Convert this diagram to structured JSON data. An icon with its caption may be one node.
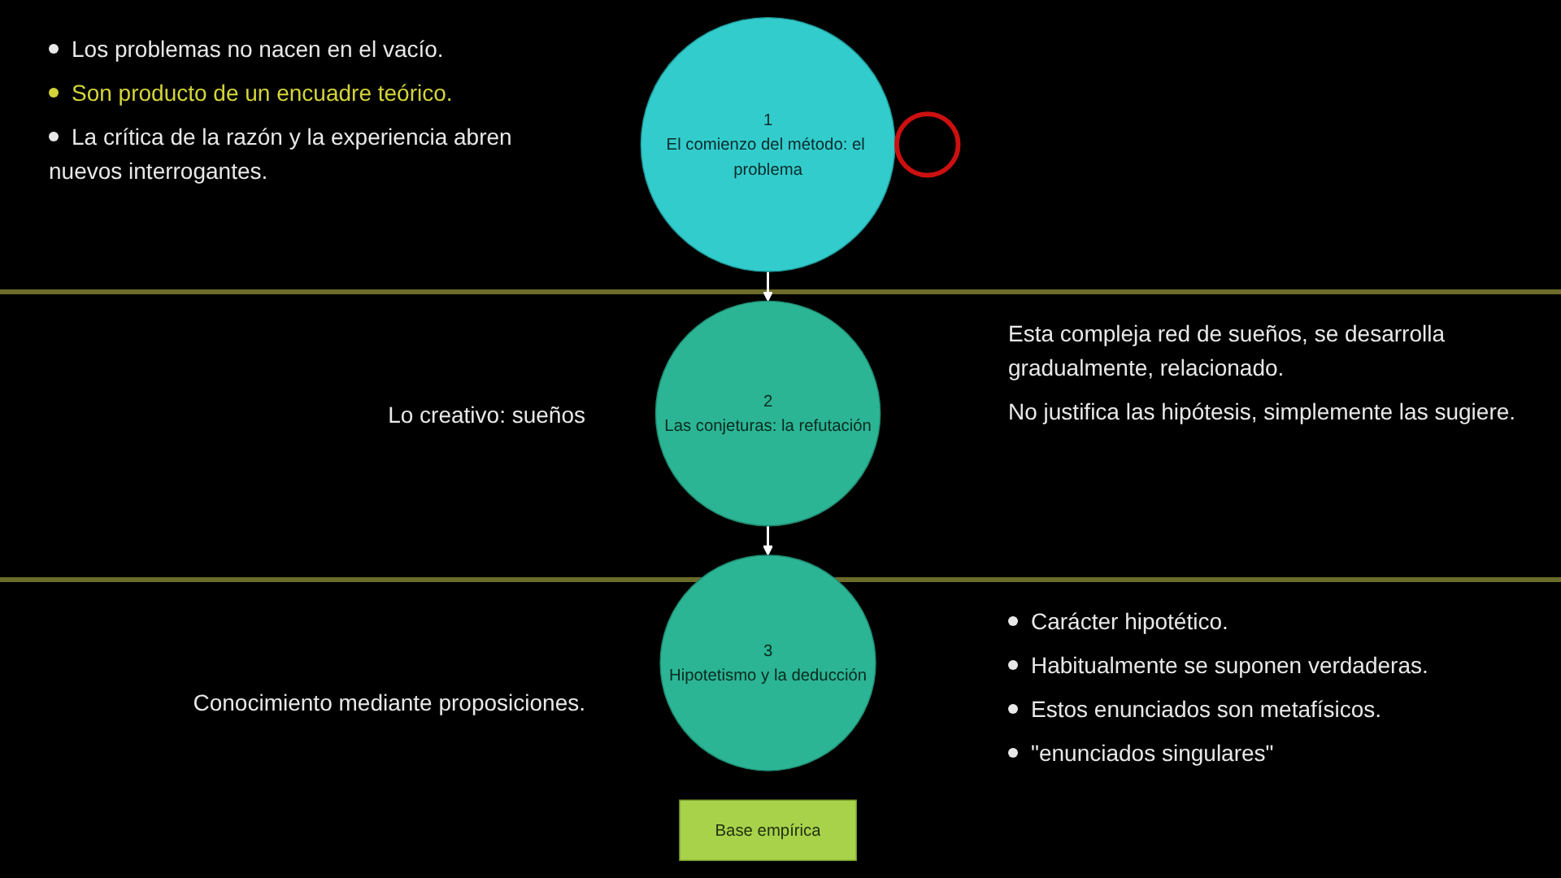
{
  "diagram": {
    "nodes": [
      {
        "text": [
          "1",
          "El comienzo del método: el problema"
        ],
        "beside": [
          "Los problemas no nacen en el vacío.",
          "Son producto de un encuadre teórico.",
          "La crítica de la razón y la experiencia abren nuevos interrogantes."
        ]
      },
      {
        "text": [],
        "shape": "circle"
      },
      {
        "text": [
          "2",
          "Las conjeturas: la refutación"
        ],
        "beside": [
          "Lo creativo: sueños",
          "Esta compleja red de sueños, se desarrolla gradualmente, relacionado.",
          "No justifica las hipótesis, simplemente las sugiere."
        ]
      },
      {
        "text": [
          "3",
          "Hipotetismo y la deducción"
        ],
        "beside": [
          "Conocimiento mediante proposiciones.",
          "Carácter hipotético.",
          "Habitualmente se suponen verdaderas.",
          "Estos enunciados son metafísicos.",
          "\"enunciados singulares\""
        ]
      },
      {
        "text": [
          "Base empírica"
        ]
      }
    ],
    "edges": [
      {
        "from": 0,
        "to": 2,
        "arrow": "to"
      },
      {
        "from": 2,
        "to": 3,
        "arrow": "to"
      }
    ]
  }
}
